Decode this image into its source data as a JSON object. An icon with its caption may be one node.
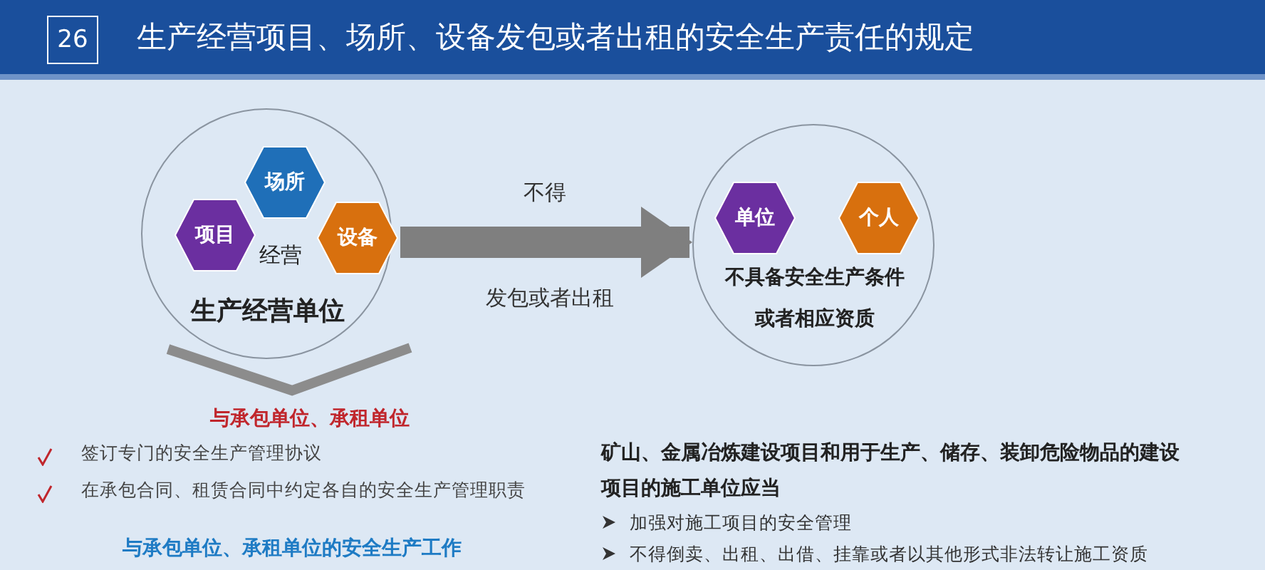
{
  "diagram": {
    "title": "生产经营项目、场所、设备发包或者出租的安全生产责任的规定",
    "nodes": [
      {
        "text": [
          "经营",
          "生产经营单位"
        ]
      },
      {
        "text": [
          "场所"
        ],
        "in": 0
      },
      {
        "text": [
          "项目"
        ],
        "in": 0
      },
      {
        "text": [
          "设备"
        ],
        "in": 0
      },
      {
        "text": [
          "不具备安全生产条件或者相应资质"
        ]
      },
      {
        "text": [
          "单位"
        ],
        "in": 4
      },
      {
        "text": [
          "个人"
        ],
        "in": 4
      }
    ],
    "edges": [
      {
        "from": 0,
        "to": 4,
        "arrow": "to",
        "label": "不得"
      }
    ],
    "labels": [
      "26",
      "发包或者出租",
      "与承包单位、承租单位",
      "签订专门的安全生产管理协议",
      "在承包合同、租赁合同中约定各自的安全生产管理职责",
      "与承包单位、承租单位的安全生产工作",
      "矿山、金属冶炼建设项目和用于生产、储存、装卸危险物品的建设项目的施工单位应当",
      "加强对施工项目的安全管理",
      "不得倒卖、出租、出借、挂靠或者以其他形式非法转让施工资质"
    ]
  }
}
